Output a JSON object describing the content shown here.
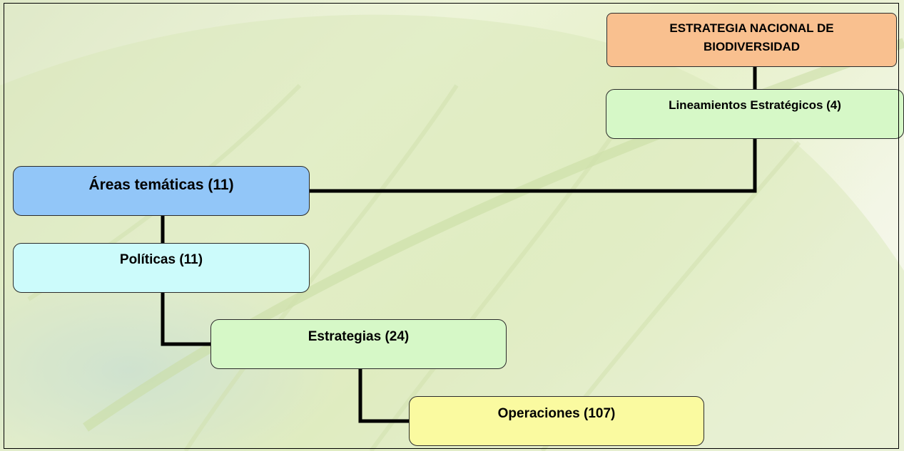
{
  "diagram": {
    "root": "ESTRATEGIA NACIONAL DE BIODIVERSIDAD",
    "lineamientos": "Lineamientos Estratégicos (4)",
    "areas": "Áreas temáticas (11)",
    "politicas": "Políticas (11)",
    "estrategias": "Estrategias (24)",
    "operaciones": "Operaciones (107)"
  },
  "colors": {
    "root": "#f9c08f",
    "lineamientos": "#d6f8c7",
    "areas": "#92c6f8",
    "politicas": "#ccfbfb",
    "estrategias": "#d6f8c7",
    "operaciones": "#fafaa0",
    "connector": "#000000"
  }
}
